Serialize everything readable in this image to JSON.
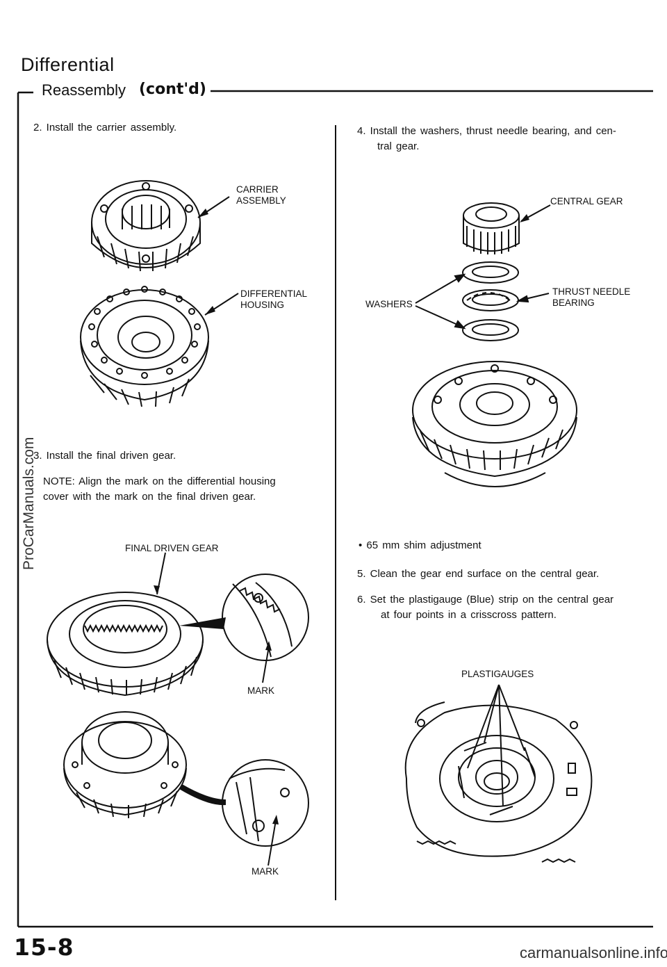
{
  "header": {
    "title": "Differential",
    "section": "Reassembly",
    "contd": "(cont'd)"
  },
  "steps": {
    "s2": "2.  Install the carrier assembly.",
    "s3": "3.  Install the final driven gear.",
    "note_l1": "NOTE:  Align the mark on the differential housing",
    "note_l2": "cover with the mark on the final driven gear.",
    "s4_l1": "4.  Install the washers, thrust needle bearing, and cen-",
    "s4_l2": "tral gear.",
    "bullet": "• 65 mm shim adjustment",
    "s5": "5.  Clean the gear end surface on the central gear.",
    "s6_l1": "6.  Set the plastigauge (Blue) strip on the central gear",
    "s6_l2": "at four points in a crisscross pattern."
  },
  "labels": {
    "carrier_1": "CARRIER",
    "carrier_2": "ASSEMBLY",
    "diff_1": "DIFFERENTIAL",
    "diff_2": "HOUSING",
    "final_driven": "FINAL DRIVEN GEAR",
    "mark_1": "MARK",
    "mark_2": "MARK",
    "central": "CENTRAL GEAR",
    "washers": "WASHERS",
    "thrust_1": "THRUST NEEDLE",
    "thrust_2": "BEARING",
    "plastigauges": "PLASTIGAUGES"
  },
  "footer": {
    "page_number": "15-8",
    "watermark_side": "ProCarManuals.com",
    "watermark_foot": "carmanualsonline.info"
  }
}
